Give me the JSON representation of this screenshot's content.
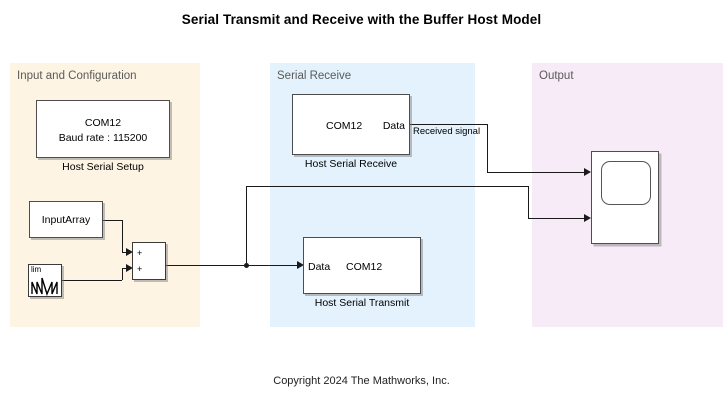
{
  "title": "Serial Transmit and Receive with the Buffer Host Model",
  "copyright": "Copyright 2024 The Mathworks, Inc.",
  "colors": {
    "panel_input": "#fdf4e3",
    "panel_receive": "#e3f2fc",
    "panel_output": "#f7ebf8",
    "block_fill": "#ffffff",
    "block_border": "#4d4d4d",
    "wire": "#1a1a1a",
    "panel_label": "#5a5a5a"
  },
  "panels": [
    {
      "name": "input-and-configuration",
      "label": "Input and Configuration",
      "color": "#fdf4e3"
    },
    {
      "name": "serial-receive",
      "label": "Serial Receive",
      "color": "#e3f2fc"
    },
    {
      "name": "output",
      "label": "Output",
      "color": "#f7ebf8"
    }
  ],
  "blocks": {
    "host_serial_setup": {
      "line1": "COM12",
      "line2": "Baud rate : 115200",
      "caption": "Host Serial Setup"
    },
    "input_array": {
      "label": "InputArray"
    },
    "repeating_sequence": {
      "label": "lim"
    },
    "sum": {
      "sign1": "+",
      "sign2": "+"
    },
    "host_serial_receive": {
      "port_text": "COM12",
      "out_port": "Data",
      "caption": "Host Serial Receive"
    },
    "host_serial_transmit": {
      "in_port": "Data",
      "port_text": "COM12",
      "caption": "Host Serial Transmit"
    },
    "scope": {
      "caption": ""
    }
  },
  "wires": {
    "received_signal_label": "Received signal"
  }
}
